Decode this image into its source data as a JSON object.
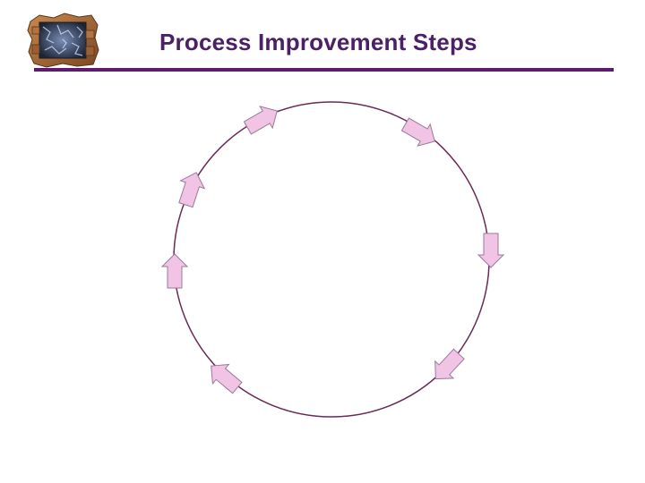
{
  "slide": {
    "title": "Process Improvement Steps"
  },
  "logo": {
    "icon": "puzzle-texture-logo-icon"
  },
  "cycle": {
    "step_count": 7,
    "direction": "clockwise"
  },
  "colors": {
    "title": "#4b2066",
    "rule": "#5e1a6e",
    "circle": "#6a2a55",
    "arrow_fill": "#f1c4e6",
    "arrow_stroke": "#9a7a9a",
    "logo_frame": "#a0643a",
    "logo_center": "#3a4a66"
  }
}
